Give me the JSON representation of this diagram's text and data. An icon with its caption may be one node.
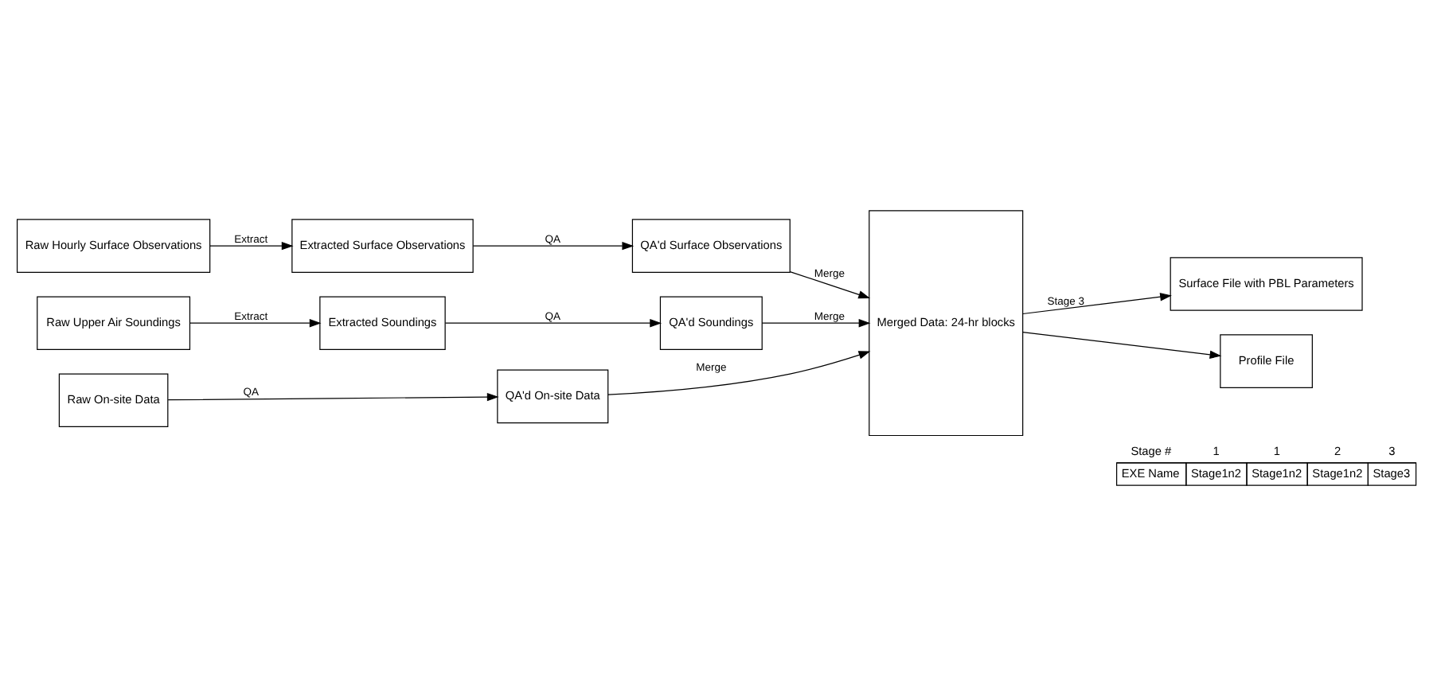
{
  "diagram": {
    "nodes": [
      {
        "text": [
          "Raw Hourly Surface Observations"
        ]
      },
      {
        "text": [
          "Extracted Surface Observations"
        ]
      },
      {
        "text": [
          "QA'd Surface Observations"
        ]
      },
      {
        "text": [
          "Raw Upper Air Soundings"
        ]
      },
      {
        "text": [
          "Extracted Soundings"
        ]
      },
      {
        "text": [
          "QA'd Soundings"
        ]
      },
      {
        "text": [
          "Raw On-site Data"
        ]
      },
      {
        "text": [
          "QA'd On-site Data"
        ]
      },
      {
        "text": [
          "Merged Data: 24-hr blocks"
        ]
      },
      {
        "text": [
          "Surface File with PBL Parameters"
        ]
      },
      {
        "text": [
          "Profile File"
        ]
      }
    ],
    "edges": [
      {
        "from": 0,
        "to": 1,
        "arrow": "to",
        "label": "Extract"
      },
      {
        "from": 1,
        "to": 2,
        "arrow": "to",
        "label": "QA"
      },
      {
        "from": 2,
        "to": 8,
        "arrow": "to",
        "label": "Merge"
      },
      {
        "from": 3,
        "to": 4,
        "arrow": "to",
        "label": "Extract"
      },
      {
        "from": 4,
        "to": 5,
        "arrow": "to",
        "label": "QA"
      },
      {
        "from": 5,
        "to": 8,
        "arrow": "to",
        "label": "Merge"
      },
      {
        "from": 6,
        "to": 7,
        "arrow": "to",
        "label": "QA"
      },
      {
        "from": 7,
        "to": 8,
        "arrow": "to",
        "label": "Merge"
      },
      {
        "from": 8,
        "to": 9,
        "arrow": "to",
        "label": "Stage 3"
      },
      {
        "from": 8,
        "to": 10,
        "arrow": "to"
      }
    ],
    "labels": [
      "Stage #",
      "1",
      "1",
      "2",
      "3",
      "EXE Name",
      "Stage1n2",
      "Stage1n2",
      "Stage1n2",
      "Stage3"
    ]
  }
}
